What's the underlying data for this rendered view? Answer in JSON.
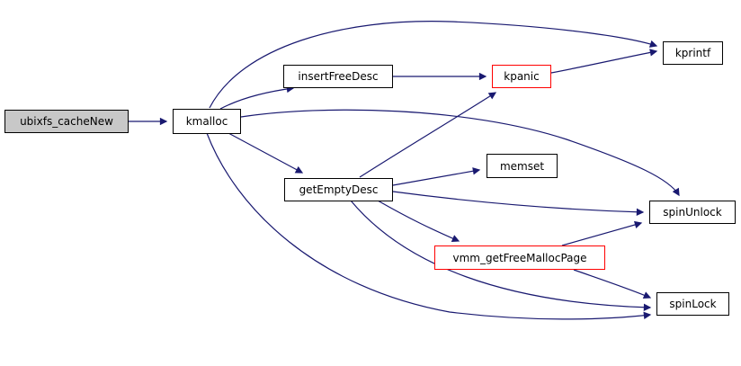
{
  "diagram": {
    "type": "call-graph",
    "nodes": [
      {
        "id": "ubixfs_cacheNew",
        "label": "ubixfs_cacheNew",
        "style": "gray"
      },
      {
        "id": "kmalloc",
        "label": "kmalloc",
        "style": "normal"
      },
      {
        "id": "insertFreeDesc",
        "label": "insertFreeDesc",
        "style": "normal"
      },
      {
        "id": "kpanic",
        "label": "kpanic",
        "style": "red"
      },
      {
        "id": "kprintf",
        "label": "kprintf",
        "style": "normal"
      },
      {
        "id": "getEmptyDesc",
        "label": "getEmptyDesc",
        "style": "normal"
      },
      {
        "id": "memset",
        "label": "memset",
        "style": "normal"
      },
      {
        "id": "spinUnlock",
        "label": "spinUnlock",
        "style": "normal"
      },
      {
        "id": "vmm_getFreeMallocPage",
        "label": "vmm_getFreeMallocPage",
        "style": "red"
      },
      {
        "id": "spinLock",
        "label": "spinLock",
        "style": "normal"
      }
    ],
    "edges": [
      {
        "from": "ubixfs_cacheNew",
        "to": "kmalloc"
      },
      {
        "from": "kmalloc",
        "to": "insertFreeDesc"
      },
      {
        "from": "kmalloc",
        "to": "kprintf"
      },
      {
        "from": "kmalloc",
        "to": "spinUnlock"
      },
      {
        "from": "kmalloc",
        "to": "getEmptyDesc"
      },
      {
        "from": "kmalloc",
        "to": "spinLock"
      },
      {
        "from": "insertFreeDesc",
        "to": "kpanic"
      },
      {
        "from": "kpanic",
        "to": "kprintf"
      },
      {
        "from": "getEmptyDesc",
        "to": "kpanic"
      },
      {
        "from": "getEmptyDesc",
        "to": "memset"
      },
      {
        "from": "getEmptyDesc",
        "to": "spinUnlock"
      },
      {
        "from": "getEmptyDesc",
        "to": "vmm_getFreeMallocPage"
      },
      {
        "from": "getEmptyDesc",
        "to": "spinLock"
      },
      {
        "from": "vmm_getFreeMallocPage",
        "to": "spinUnlock"
      },
      {
        "from": "vmm_getFreeMallocPage",
        "to": "spinLock"
      }
    ],
    "colors": {
      "edge": "#191970",
      "node_border": "#000000",
      "highlight_border": "#ff0000",
      "root_fill": "#c8c8c8",
      "background": "#ffffff",
      "text": "#000000"
    }
  }
}
